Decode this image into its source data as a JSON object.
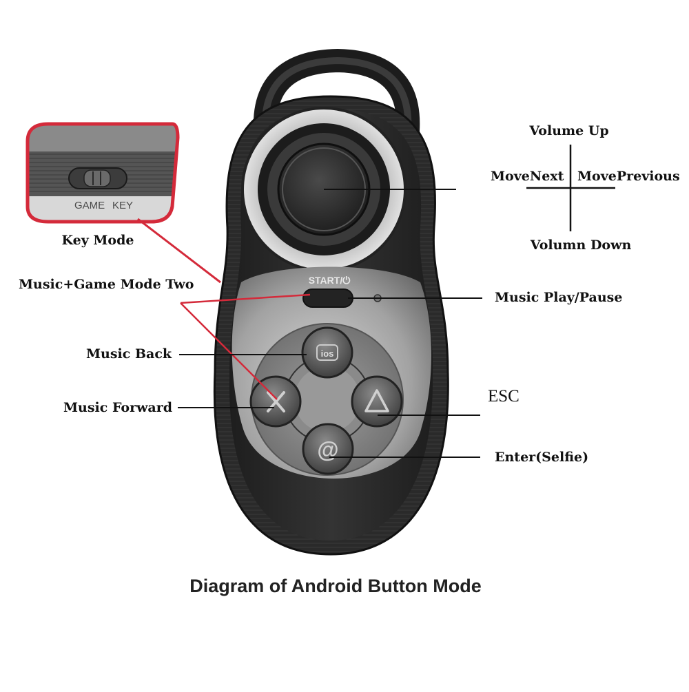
{
  "title": "Diagram of Android Button Mode",
  "switch": {
    "left_label": "GAME",
    "right_label": "KEY"
  },
  "device": {
    "start_label": "START/⏻",
    "ios_label": "ios"
  },
  "labels": {
    "key_mode": "Key Mode",
    "music_game_mode_two": "Music+Game Mode Two",
    "music_back": "Music Back",
    "music_forward": "Music Forward",
    "volume_up": "Volume Up",
    "move_next": "MoveNext",
    "move_previous": "MovePrevious",
    "volume_down": "Volumn Down",
    "music_play_pause": "Music Play/Pause",
    "esc": "ESC",
    "enter_selfie": "Enter(Selfie)"
  },
  "colors": {
    "callout": "#d42a3a",
    "body": "#2b2b2b",
    "face": "#9a9a9a",
    "leader": "#111111"
  }
}
